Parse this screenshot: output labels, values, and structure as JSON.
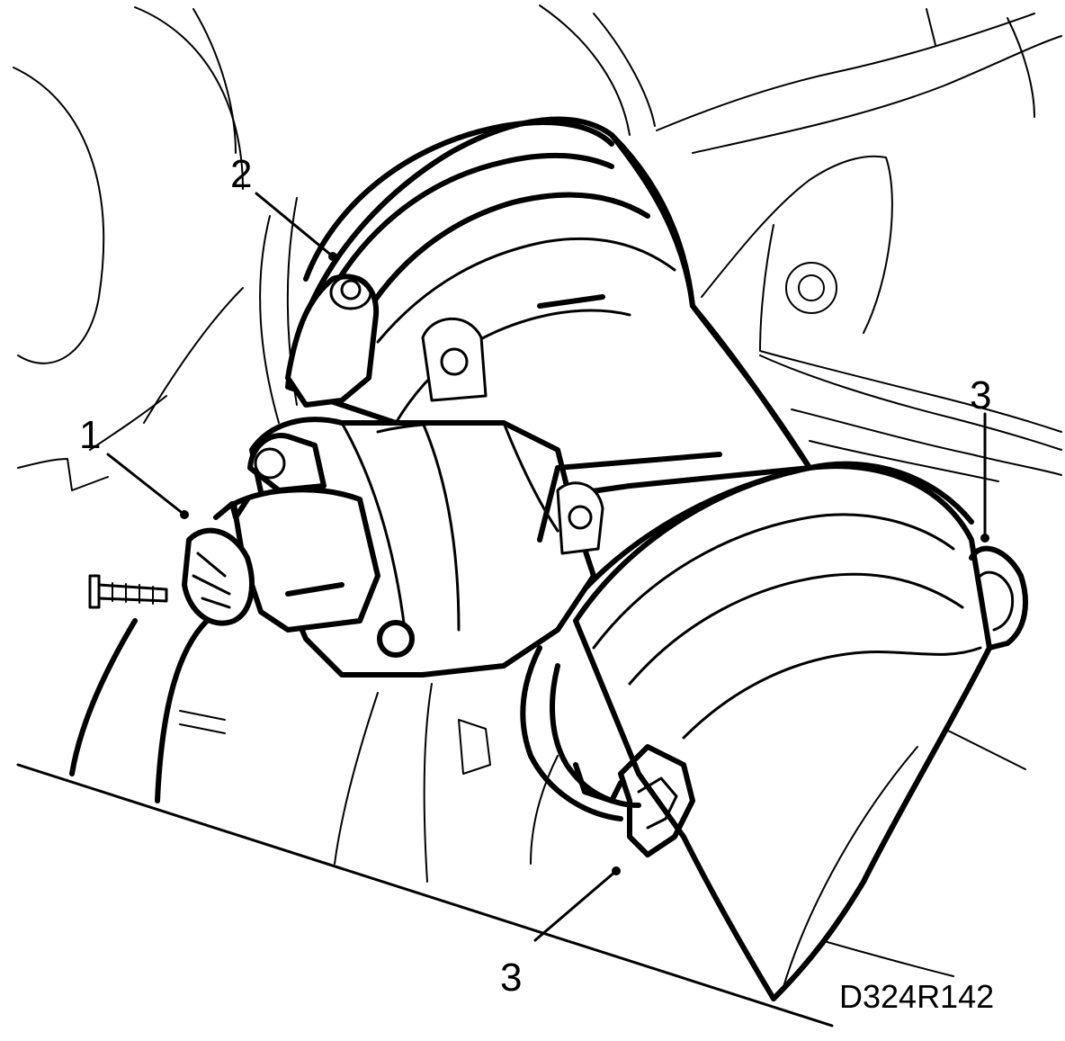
{
  "callouts": [
    {
      "id": "callout-1",
      "text": "1"
    },
    {
      "id": "callout-2",
      "text": "2"
    },
    {
      "id": "callout-3-right",
      "text": "3"
    },
    {
      "id": "callout-3-bottom",
      "text": "3"
    }
  ],
  "figure_code": "D324R142"
}
